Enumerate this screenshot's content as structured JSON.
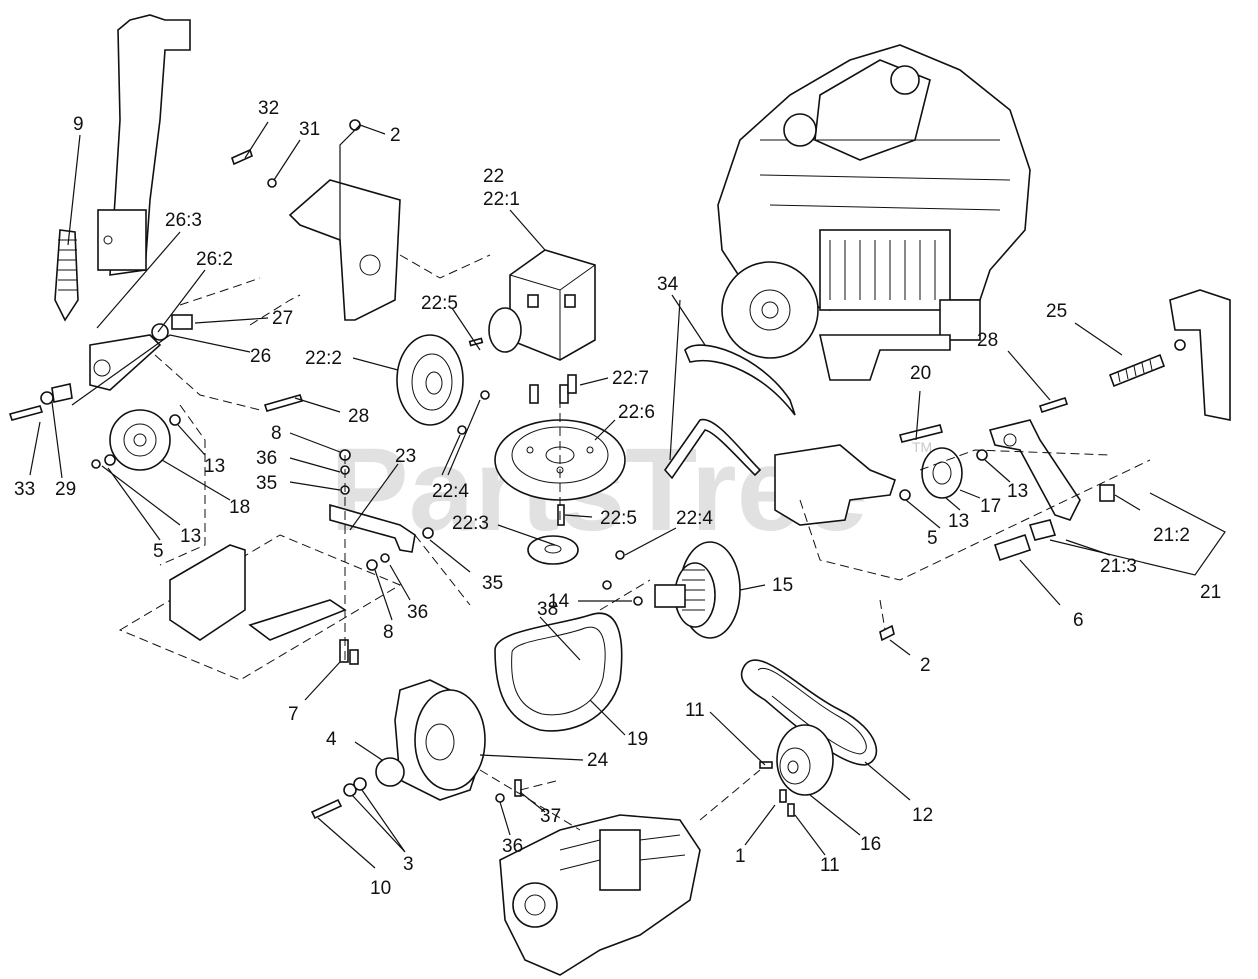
{
  "watermark": {
    "text": "PartsTree",
    "mark": "TM"
  },
  "labels": {
    "l9": "9",
    "l32": "32",
    "l31": "31",
    "l2_top": "2",
    "l22": "22",
    "l22_1": "22:1",
    "l26_3": "26:3",
    "l26_2": "26:2",
    "l27": "27",
    "l26": "26",
    "l22_5_top": "22:5",
    "l22_2": "22:2",
    "l22_7": "22:7",
    "l22_6": "22:6",
    "l34": "34",
    "l25": "25",
    "l28_right": "28",
    "l20": "20",
    "l33": "33",
    "l29": "29",
    "l28_left": "28",
    "l13_a": "13",
    "l18": "18",
    "l5_left": "5",
    "l13_b": "13",
    "l8_top": "8",
    "l36_top": "36",
    "l35_top": "35",
    "l23": "23",
    "l22_4_a": "22:4",
    "l22_3": "22:3",
    "l22_5_mid": "22:5",
    "l22_4_b": "22:4",
    "l35_mid": "35",
    "l8_mid": "8",
    "l36_mid": "36",
    "l14": "14",
    "l15": "15",
    "l13_c": "13",
    "l5_right": "5",
    "l13_d": "13",
    "l17": "17",
    "l21_2": "21:2",
    "l21_3": "21:3",
    "l21": "21",
    "l6": "6",
    "l2_bottom": "2",
    "l7": "7",
    "l38": "38",
    "l19": "19",
    "l4": "4",
    "l24": "24",
    "l11_a": "11",
    "l12": "12",
    "l10": "10",
    "l3": "3",
    "l36_bottom": "36",
    "l37": "37",
    "l1": "1",
    "l11_b": "11",
    "l16": "16"
  }
}
